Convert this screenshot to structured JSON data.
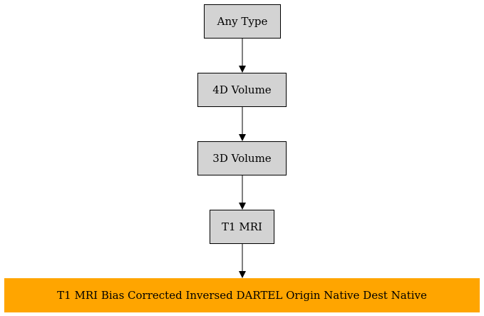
{
  "graph": {
    "nodes": [
      {
        "id": "any",
        "label": "Any Type",
        "fill": "#d3d3d3"
      },
      {
        "id": "vol4d",
        "label": "4D Volume",
        "fill": "#d3d3d3"
      },
      {
        "id": "vol3d",
        "label": "3D Volume",
        "fill": "#d3d3d3"
      },
      {
        "id": "t1",
        "label": "T1 MRI",
        "fill": "#d3d3d3"
      },
      {
        "id": "final",
        "label": "T1 MRI Bias Corrected Inversed DARTEL Origin Native Dest Native",
        "fill": "#ffa500"
      }
    ],
    "edges": [
      {
        "from": "any",
        "to": "vol4d"
      },
      {
        "from": "vol4d",
        "to": "vol3d"
      },
      {
        "from": "vol3d",
        "to": "t1"
      },
      {
        "from": "t1",
        "to": "final"
      }
    ]
  }
}
